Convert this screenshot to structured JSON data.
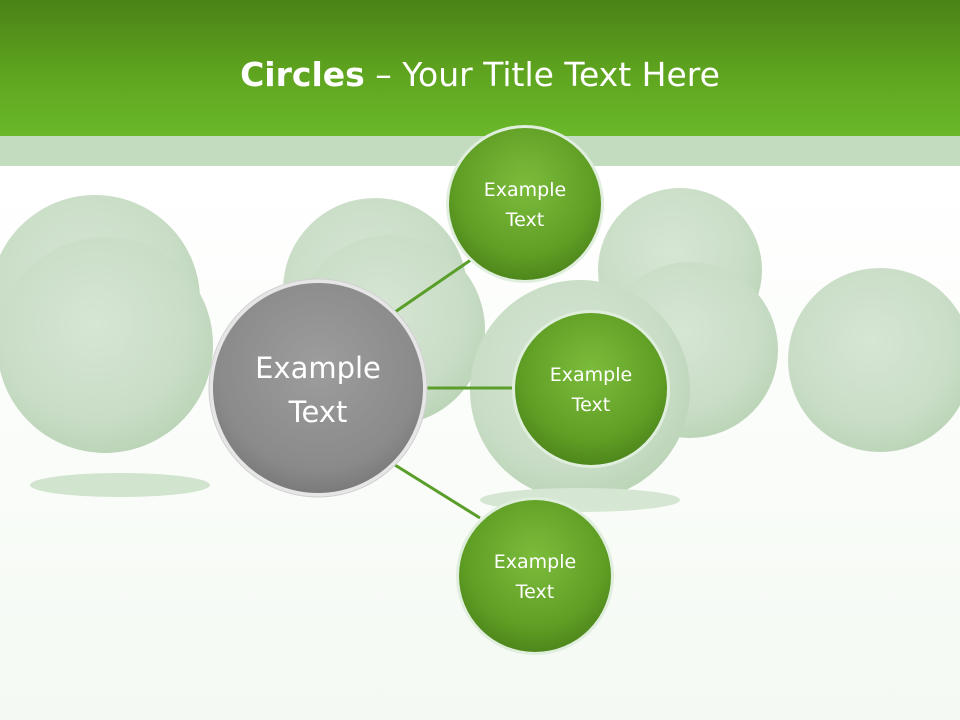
{
  "title": {
    "bold": "Circles",
    "rest": " – Your Title Text Here"
  },
  "diagram": {
    "center": {
      "line1": "Example",
      "line2": "Text"
    },
    "nodes": [
      {
        "line1": "Example",
        "line2": "Text"
      },
      {
        "line1": "Example",
        "line2": "Text"
      },
      {
        "line1": "Example",
        "line2": "Text"
      }
    ]
  },
  "colors": {
    "header": "#5fa51f",
    "node": "#5f9e2a",
    "center": "#8a8a8a",
    "connector": "#5a9e2a"
  }
}
